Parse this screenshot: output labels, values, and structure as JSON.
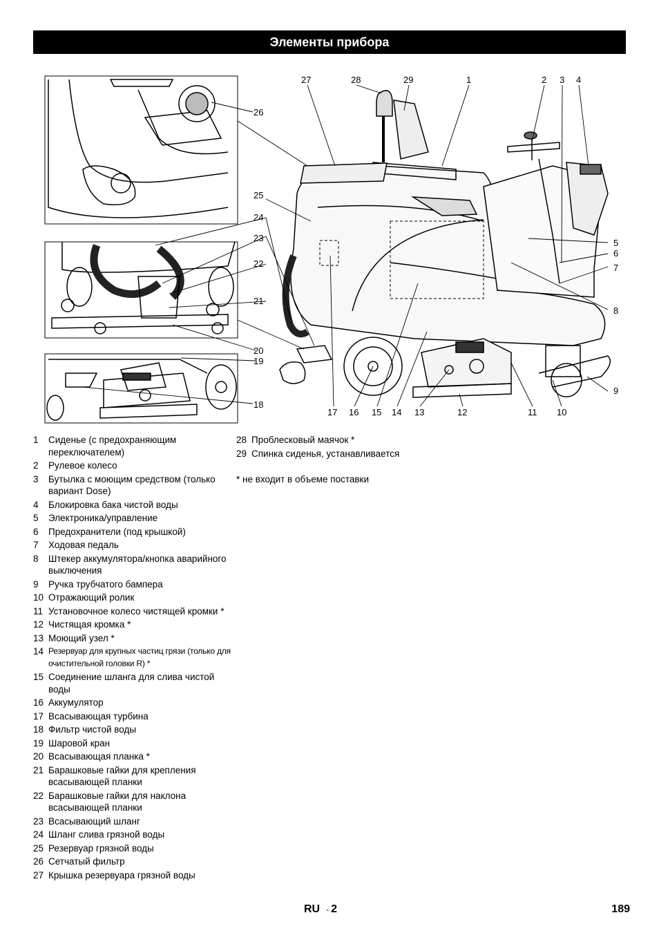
{
  "header": {
    "title": "Элементы прибора"
  },
  "figure": {
    "callouts": [
      "27",
      "28",
      "29",
      "1",
      "2",
      "3",
      "4",
      "26",
      "25",
      "24",
      "23",
      "22",
      "21",
      "20",
      "19",
      "18",
      "5",
      "6",
      "7",
      "8",
      "9",
      "17",
      "16",
      "15",
      "14",
      "13",
      "12",
      "11",
      "10"
    ]
  },
  "parts_col1": [
    {
      "num": "1",
      "text": "Сиденье (с предохраняющим переключателем)"
    },
    {
      "num": "2",
      "text": "Рулевое колесо"
    },
    {
      "num": "3",
      "text": "Бутылка с моющим средством (только вариант Dose)"
    },
    {
      "num": "4",
      "text": "Блокировка бака чистой воды"
    },
    {
      "num": "5",
      "text": "Электроника/управление"
    },
    {
      "num": "6",
      "text": "Предохранители (под крышкой)"
    },
    {
      "num": "7",
      "text": "Ходовая педаль"
    },
    {
      "num": "8",
      "text": "Штекер аккумулятора/кнопка аварийного выключения"
    },
    {
      "num": "9",
      "text": "Ручка трубчатого бампера"
    },
    {
      "num": "10",
      "text": "Отражающий ролик"
    },
    {
      "num": "11",
      "text": "Установочное колесо чистящей кромки *"
    },
    {
      "num": "12",
      "text": "Чистящая кромка *"
    },
    {
      "num": "13",
      "text": "Моющий узел *"
    },
    {
      "num": "14",
      "text": "Резервуар для крупных частиц грязи (только для очистительной головки R) *"
    },
    {
      "num": "15",
      "text": "Соединение шланга для слива чистой воды"
    },
    {
      "num": "16",
      "text": "Аккумулятор"
    },
    {
      "num": "17",
      "text": "Всасывающая турбина"
    },
    {
      "num": "18",
      "text": "Фильтр чистой воды"
    },
    {
      "num": "19",
      "text": "Шаровой кран"
    },
    {
      "num": "20",
      "text": "Всасывающая планка *"
    },
    {
      "num": "21",
      "text": "Барашковые гайки для крепления всасывающей планки"
    },
    {
      "num": "22",
      "text": "Барашковые гайки для наклона всасывающей планки"
    },
    {
      "num": "23",
      "text": "Всасывающий шланг"
    },
    {
      "num": "24",
      "text": "Шланг слива грязной воды"
    },
    {
      "num": "25",
      "text": "Резервуар грязной воды"
    },
    {
      "num": "26",
      "text": "Сетчатый фильтр"
    },
    {
      "num": "27",
      "text": "Крышка резервуара грязной воды"
    }
  ],
  "parts_col2": [
    {
      "num": "28",
      "text": "Проблесковый маячок *"
    },
    {
      "num": "29",
      "text": "Спинка сиденья, устанавливается"
    }
  ],
  "footnote": "* не входит в объеме поставки",
  "footer": {
    "lang": "RU",
    "dash": "-",
    "section": "2",
    "page": "189"
  }
}
